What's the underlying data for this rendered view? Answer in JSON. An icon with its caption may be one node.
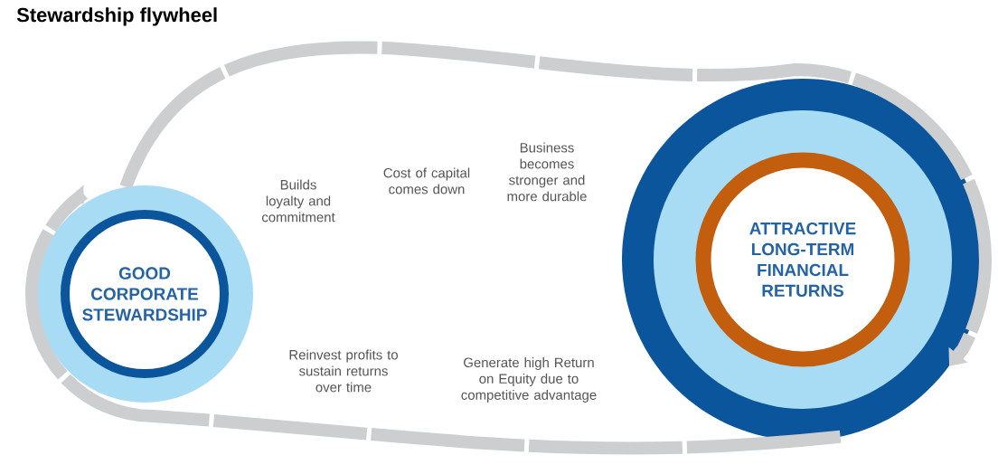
{
  "diagram": {
    "title": "Stewardship flywheel",
    "nodes": [
      {
        "text": [
          "GOOD CORPORATE STEWARDSHIP"
        ]
      },
      {
        "text": [
          "ATTRACTIVE LONG-TERM FINANCIAL RETURNS"
        ]
      }
    ],
    "edges": [
      {
        "from": 0,
        "to": 1,
        "arrow": "to"
      },
      {
        "from": 1,
        "to": 0,
        "arrow": "to"
      }
    ],
    "labels": [
      "Builds loyalty and commitment",
      "Cost of capital comes down",
      "Business becomes stronger and more durable",
      "Reinvest profits to sustain returns over time",
      "Generate high Return on Equity due to competitive advantage"
    ]
  }
}
